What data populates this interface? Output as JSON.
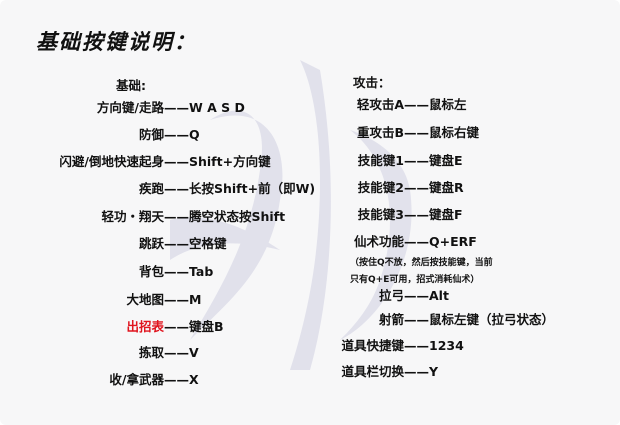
{
  "title": "基础按键说明：",
  "left": {
    "header": "基础:",
    "rows": [
      {
        "label": "方向键/走路",
        "value": "——W A S D"
      },
      {
        "label": "防御",
        "value": "——Q"
      },
      {
        "label": "闪避/倒地快速起身",
        "value": "——Shift+方向键"
      },
      {
        "label": "疾跑",
        "value": "——长按Shift+前（即W)"
      },
      {
        "label": "轻功・翔天",
        "value": "——腾空状态按Shift"
      },
      {
        "label": "跳跃",
        "value": "——空格键"
      },
      {
        "label": "背包",
        "value": "——Tab"
      },
      {
        "label": "大地图",
        "value": "——M"
      },
      {
        "label": "出招表",
        "value": "——键盘B",
        "color": "#e0141e"
      },
      {
        "label": "拣取",
        "value": "——V"
      },
      {
        "label": "收/拿武器",
        "value": "——X"
      }
    ]
  },
  "right": {
    "header": "攻击：",
    "rows": [
      {
        "label": "轻攻击A",
        "value": "——鼠标左"
      },
      {
        "label": "重攻击B",
        "value": "——鼠标右键"
      },
      {
        "label": "技能键1",
        "value": "——键盘E"
      },
      {
        "label": "技能键2",
        "value": "——键盘R"
      },
      {
        "label": "技能键3",
        "value": "——键盘F"
      },
      {
        "label": "仙术功能",
        "value": "——Q+ERF"
      },
      {
        "label": "拉弓",
        "value": "——Alt"
      },
      {
        "label": "射箭",
        "value": "——鼠标左键（拉弓状态）"
      },
      {
        "label": "道具快捷键",
        "value": "——1234"
      },
      {
        "label": "道具栏切换",
        "value": "——Y"
      }
    ],
    "note": [
      "（按住Q不放，然后按技能键，当前",
      "只有Q+E可用，招式消耗仙术）"
    ]
  }
}
